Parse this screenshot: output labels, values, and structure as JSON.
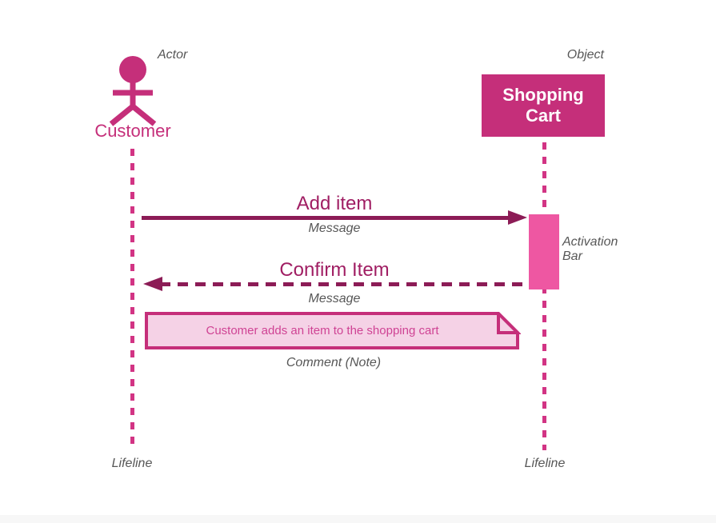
{
  "canvas": {
    "actor": {
      "annotation": "Actor",
      "name": "Customer"
    },
    "object": {
      "annotation": "Object",
      "name": "Shopping Cart"
    },
    "messages": [
      {
        "label": "Add item",
        "annotation": "Message",
        "type": "solid",
        "direction": "right"
      },
      {
        "label": "Confirm Item",
        "annotation": "Message",
        "type": "dashed",
        "direction": "left"
      }
    ],
    "activation": {
      "annotation": "Activation Bar"
    },
    "note": {
      "text": "Customer adds an item to the shopping cart",
      "annotation": "Comment (Note)"
    },
    "lifelines": [
      {
        "annotation": "Lifeline"
      },
      {
        "annotation": "Lifeline"
      }
    ],
    "colors": {
      "magenta": "#C52F7A",
      "lifeline": "#D23484",
      "dark": "#8C1C56",
      "msgtext": "#A01E63",
      "activation": "#EE57A2",
      "notefill": "#F5D2E6",
      "noteborder": "#C52F7A",
      "notetext": "#CF4394",
      "gray": "#575757",
      "strip": "#f7f7f7"
    }
  }
}
